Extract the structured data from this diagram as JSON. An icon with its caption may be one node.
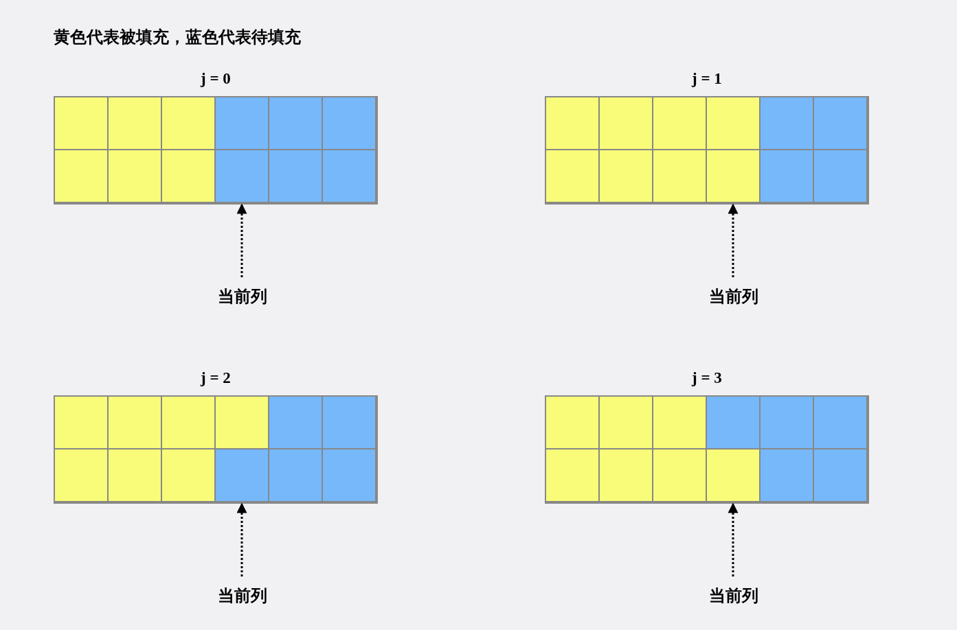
{
  "diagram": {
    "title": "黄色代表被填充，蓝色代表待填充",
    "nodes": [
      {
        "text": [
          "j = 0"
        ]
      },
      {
        "text": [],
        "shape": "box",
        "in": 0
      },
      {
        "text": [],
        "shape": "box",
        "in": 0
      },
      {
        "text": [],
        "shape": "box",
        "in": 0
      },
      {
        "text": [],
        "shape": "box",
        "in": 0
      },
      {
        "text": [],
        "shape": "box",
        "in": 0
      },
      {
        "text": [],
        "shape": "box",
        "in": 0
      },
      {
        "text": [],
        "shape": "box",
        "in": 0
      },
      {
        "text": [],
        "shape": "box",
        "in": 0
      },
      {
        "text": [],
        "shape": "box",
        "in": 0
      },
      {
        "text": [],
        "shape": "box",
        "in": 0
      },
      {
        "text": [],
        "shape": "box",
        "in": 0
      },
      {
        "text": [],
        "shape": "box",
        "in": 0
      },
      {
        "text": [
          "当前列"
        ]
      },
      {
        "text": [
          "j = 1"
        ]
      },
      {
        "text": [],
        "shape": "box",
        "in": 14
      },
      {
        "text": [],
        "shape": "box",
        "in": 14
      },
      {
        "text": [],
        "shape": "box",
        "in": 14
      },
      {
        "text": [],
        "shape": "box",
        "in": 14
      },
      {
        "text": [],
        "shape": "box",
        "in": 14
      },
      {
        "text": [],
        "shape": "box",
        "in": 14
      },
      {
        "text": [],
        "shape": "box",
        "in": 14
      },
      {
        "text": [],
        "shape": "box",
        "in": 14
      },
      {
        "text": [],
        "shape": "box",
        "in": 14
      },
      {
        "text": [],
        "shape": "box",
        "in": 14
      },
      {
        "text": [],
        "shape": "box",
        "in": 14
      },
      {
        "text": [],
        "shape": "box",
        "in": 14
      },
      {
        "text": [
          "当前列"
        ]
      },
      {
        "text": [
          "j = 2"
        ]
      },
      {
        "text": [],
        "shape": "box",
        "in": 28
      },
      {
        "text": [],
        "shape": "box",
        "in": 28
      },
      {
        "text": [],
        "shape": "box",
        "in": 28
      },
      {
        "text": [],
        "shape": "box",
        "in": 28
      },
      {
        "text": [],
        "shape": "box",
        "in": 28
      },
      {
        "text": [],
        "shape": "box",
        "in": 28
      },
      {
        "text": [],
        "shape": "box",
        "in": 28
      },
      {
        "text": [],
        "shape": "box",
        "in": 28
      },
      {
        "text": [],
        "shape": "box",
        "in": 28
      },
      {
        "text": [],
        "shape": "box",
        "in": 28
      },
      {
        "text": [],
        "shape": "box",
        "in": 28
      },
      {
        "text": [],
        "shape": "box",
        "in": 28
      },
      {
        "text": [
          "当前列"
        ]
      },
      {
        "text": [
          "j = 3"
        ]
      },
      {
        "text": [],
        "shape": "box",
        "in": 42
      },
      {
        "text": [],
        "shape": "box",
        "in": 42
      },
      {
        "text": [],
        "shape": "box",
        "in": 42
      },
      {
        "text": [],
        "shape": "box",
        "in": 42
      },
      {
        "text": [],
        "shape": "box",
        "in": 42
      },
      {
        "text": [],
        "shape": "box",
        "in": 42
      },
      {
        "text": [],
        "shape": "box",
        "in": 42
      },
      {
        "text": [],
        "shape": "box",
        "in": 42
      },
      {
        "text": [],
        "shape": "box",
        "in": 42
      },
      {
        "text": [],
        "shape": "box",
        "in": 42
      },
      {
        "text": [],
        "shape": "box",
        "in": 42
      },
      {
        "text": [],
        "shape": "box",
        "in": 42
      },
      {
        "text": [
          "当前列"
        ]
      }
    ],
    "edges": [
      {
        "from": 13,
        "to": 10,
        "arrow": "to",
        "style": "dashed"
      },
      {
        "from": 27,
        "to": 24,
        "arrow": "to",
        "style": "dashed"
      },
      {
        "from": 41,
        "to": 38,
        "arrow": "to",
        "style": "dashed"
      },
      {
        "from": 55,
        "to": 52,
        "arrow": "to",
        "style": "dashed"
      }
    ]
  }
}
